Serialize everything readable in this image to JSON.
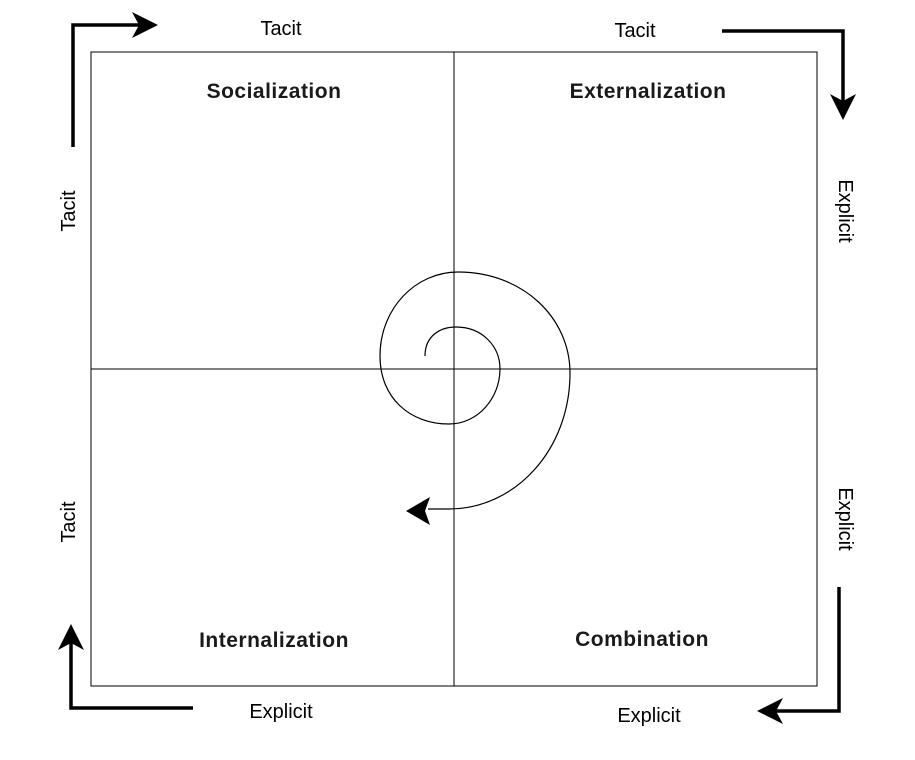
{
  "quadrants": {
    "top_left": "Socialization",
    "top_right": "Externalization",
    "bottom_left": "Internalization",
    "bottom_right": "Combination"
  },
  "edge_labels": {
    "top_left": "Tacit",
    "top_right": "Tacit",
    "right_upper": "Explicit",
    "right_lower": "Explicit",
    "bottom_left": "Explicit",
    "bottom_right": "Explicit",
    "left_upper": "Tacit",
    "left_lower": "Tacit"
  }
}
